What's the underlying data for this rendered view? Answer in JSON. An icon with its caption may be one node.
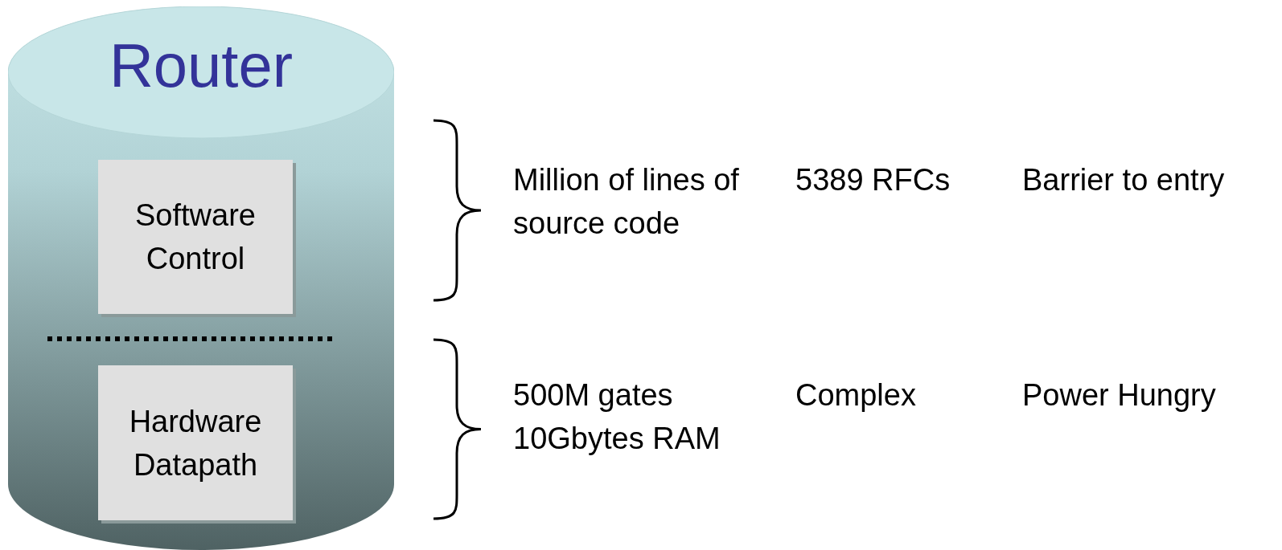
{
  "diagram": {
    "nodes": [
      {
        "text": [
          "Router"
        ]
      },
      {
        "text": [
          "Software Control"
        ],
        "in": 0
      },
      {
        "text": [
          "Hardware Datapath"
        ],
        "in": 0
      }
    ],
    "labels": [
      "Million of lines of source code",
      "5389 RFCs",
      "Barrier to entry",
      "500M gates 10Gbytes RAM",
      "Complex",
      "Power Hungry"
    ]
  }
}
